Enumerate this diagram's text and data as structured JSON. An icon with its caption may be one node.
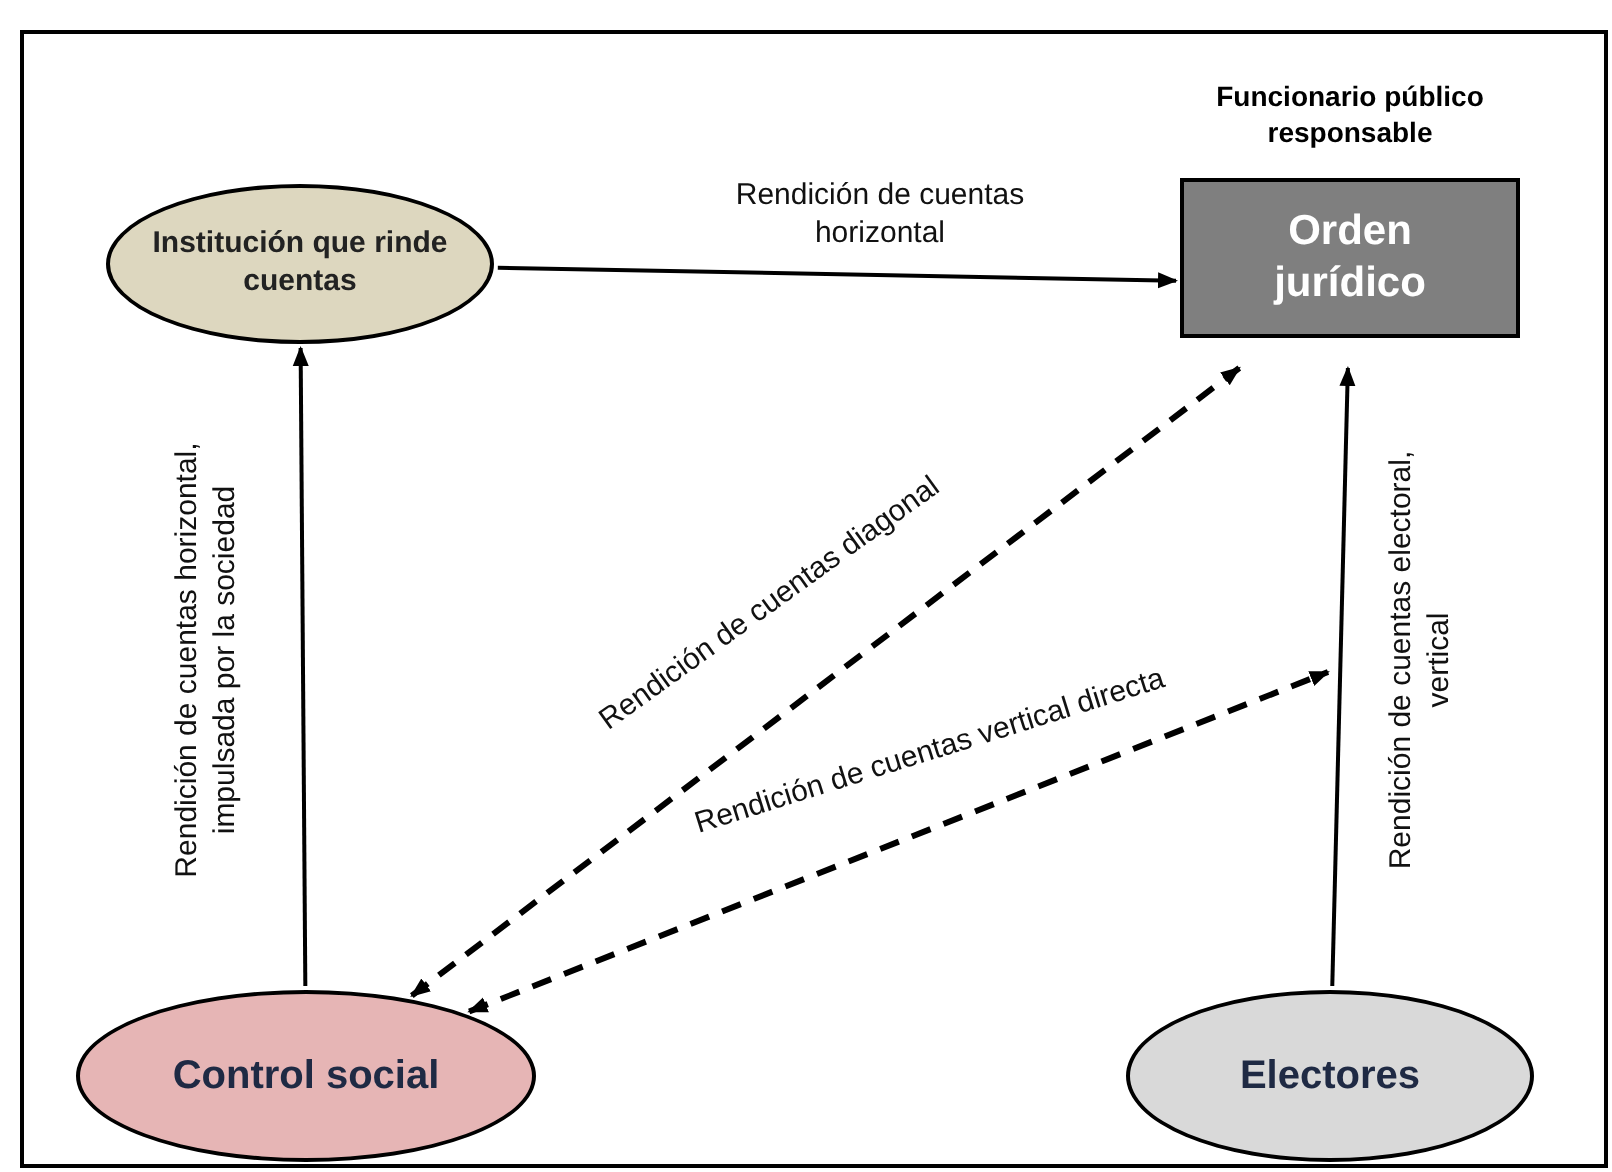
{
  "diagram": {
    "nodes": [
      {
        "text": [
          "Institución que rinde cuentas"
        ]
      },
      {
        "text": [
          "Funcionario público responsable",
          "Orden jurídico"
        ]
      },
      {
        "text": [
          "Control social"
        ]
      },
      {
        "text": [
          "Electores"
        ]
      }
    ],
    "edges": [
      {
        "from": 0,
        "to": 1,
        "arrow": "to",
        "label": "Rendición de cuentas horizontal"
      },
      {
        "from": 2,
        "to": 0,
        "arrow": "to",
        "label": "Rendición de cuentas horizontal, impulsada por la sociedad"
      },
      {
        "from": 2,
        "to": 1,
        "arrow": "both",
        "style": "dashed",
        "label": "Rendición de cuentas diagonal"
      },
      {
        "from": 2,
        "to": null,
        "arrow": "both",
        "style": "dashed",
        "label": "Rendición de cuentas vertical directa"
      },
      {
        "from": 3,
        "to": 1,
        "arrow": "to",
        "label": "Rendición de cuentas electoral, vertical"
      }
    ]
  }
}
